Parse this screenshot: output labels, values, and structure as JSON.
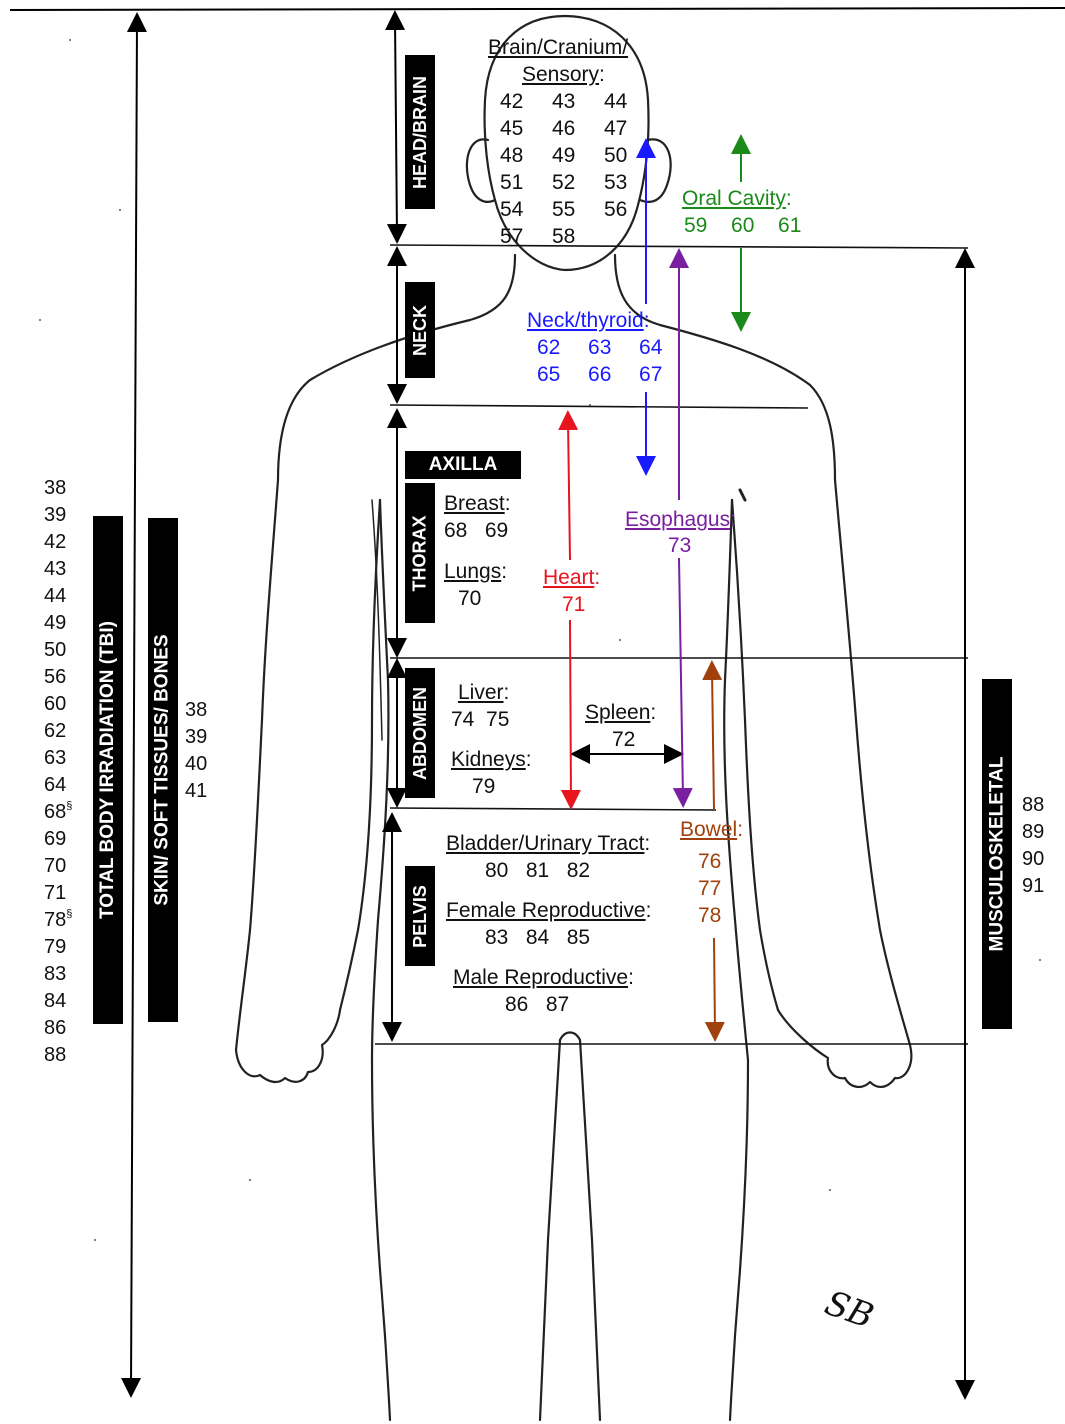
{
  "regions": {
    "head_brain": "HEAD/BRAIN",
    "neck": "NECK",
    "axilla": "AXILLA",
    "thorax": "THORAX",
    "abdomen": "ABDOMEN",
    "pelvis": "PELVIS",
    "tbi": "TOTAL BODY IRRADIATION (TBI)",
    "skin": "SKIN/ SOFT TISSUES/ BONES",
    "musculoskeletal": "MUSCULOSKELETAL"
  },
  "brain": {
    "line1": "Brain/Cranium/",
    "line2": "Sensory",
    "codes": [
      "42",
      "43",
      "44",
      "45",
      "46",
      "47",
      "48",
      "49",
      "50",
      "51",
      "52",
      "53",
      "54",
      "55",
      "56",
      "57",
      "58"
    ]
  },
  "oral": {
    "label": "Oral Cavity",
    "codes": "59  60  61",
    "color": "#1a8a1a"
  },
  "neck_thyroid": {
    "label": "Neck/thyroid",
    "row1": "62  63  64",
    "row2": "65  66  67",
    "color": "#1a1aff"
  },
  "breast": {
    "label": "Breast",
    "codes": "68   69"
  },
  "lungs": {
    "label": "Lungs",
    "codes": "70"
  },
  "heart": {
    "label": "Heart",
    "codes": "71",
    "color": "#e8141e"
  },
  "esophagus": {
    "label": "Esophagus",
    "codes": "73",
    "color": "#7a1fa0"
  },
  "liver": {
    "label": "Liver",
    "codes": "74  75"
  },
  "spleen": {
    "label": "Spleen",
    "codes": "72"
  },
  "kidneys": {
    "label": "Kidneys",
    "codes": "79"
  },
  "bladder": {
    "label": "Bladder/Urinary Tract",
    "codes": "80   81   82"
  },
  "female": {
    "label": "Female Reproductive",
    "codes": "83   84   85"
  },
  "male": {
    "label": "Male Reproductive",
    "codes": "86   87"
  },
  "bowel": {
    "label": "Bowel",
    "codes": [
      "76",
      "77",
      "78"
    ],
    "color": "#a0410d"
  },
  "colon": ":",
  "tbi_codes": [
    "38",
    "39",
    "42",
    "43",
    "44",
    "49",
    "50",
    "56",
    "60",
    "62",
    "63",
    "64",
    "68",
    "69",
    "70",
    "71",
    "78",
    "79",
    "83",
    "84",
    "86",
    "88"
  ],
  "tbi_sup": "§",
  "skin_codes": [
    "38",
    "39",
    "40",
    "41"
  ],
  "musculo_codes": [
    "88",
    "89",
    "90",
    "91"
  ],
  "signature": "SB"
}
